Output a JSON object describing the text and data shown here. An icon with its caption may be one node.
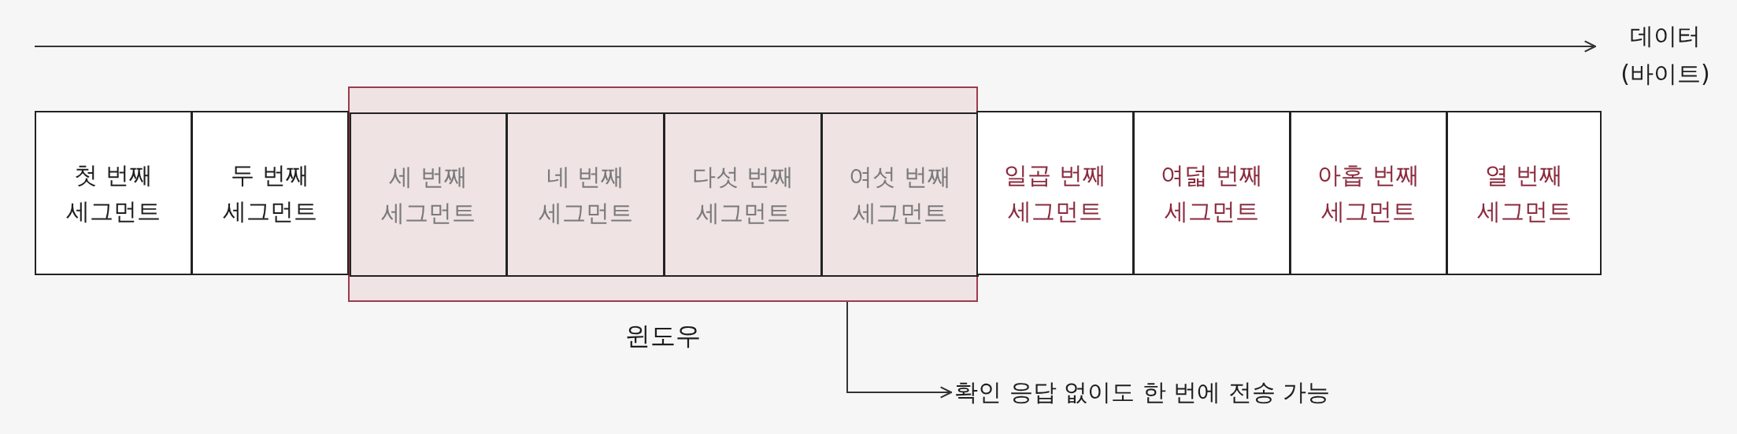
{
  "diagram": {
    "nodes": [
      {
        "text": [
          "첫 번째 세그먼트"
        ]
      },
      {
        "text": [
          "두 번째 세그먼트"
        ]
      },
      {
        "text": [
          "윈도우"
        ]
      },
      {
        "text": [
          "세 번째 세그먼트"
        ],
        "in": 2
      },
      {
        "text": [
          "네 번째 세그먼트"
        ],
        "in": 2
      },
      {
        "text": [
          "다섯 번째 세그먼트"
        ],
        "in": 2
      },
      {
        "text": [
          "여섯 번째 세그먼트"
        ],
        "in": 2
      },
      {
        "text": [
          "일곱 번째 세그먼트"
        ]
      },
      {
        "text": [
          "여덟 번째 세그먼트"
        ]
      },
      {
        "text": [
          "아홉 번째 세그먼트"
        ]
      },
      {
        "text": [
          "열 번째 세그먼트"
        ]
      },
      {
        "text": [
          "확인 응답 없이도 한 번에 전송 가능"
        ]
      }
    ],
    "edges": [
      {
        "from": 2,
        "to": 11,
        "arrow": "to"
      }
    ],
    "labels": [
      "데이터 (바이트)"
    ]
  }
}
